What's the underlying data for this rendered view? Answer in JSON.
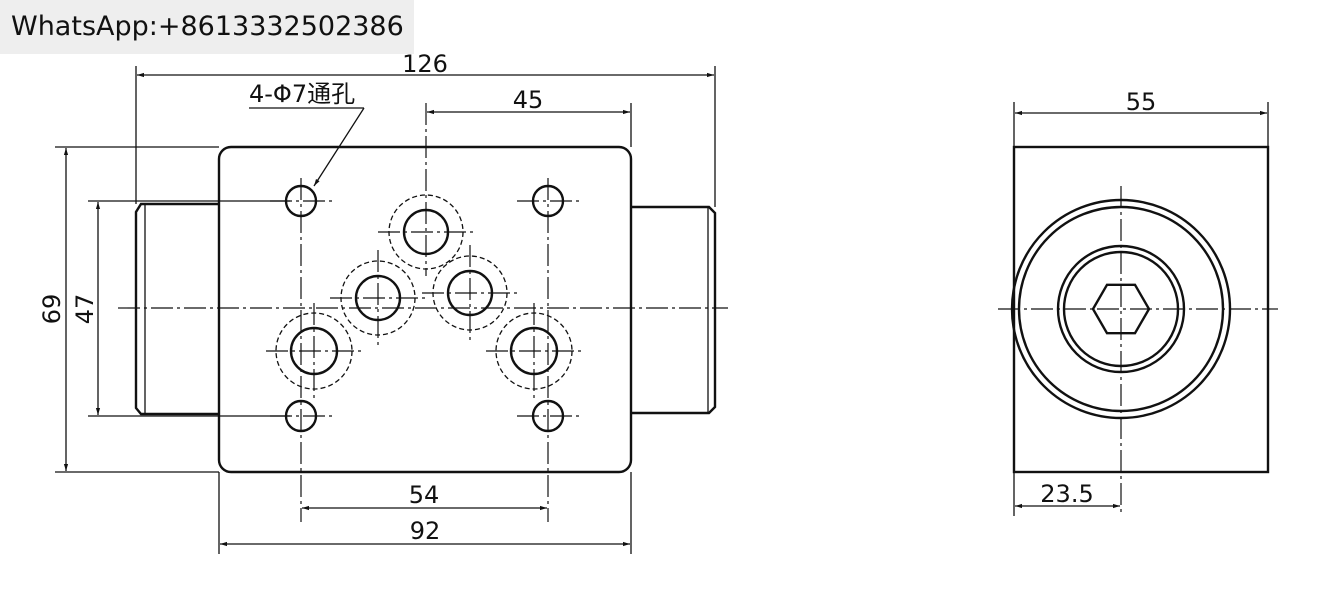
{
  "watermark": "WhatsApp:+8613332502386",
  "callout": "4-Φ7通孔",
  "dimensions": {
    "overall_length": "126",
    "port_offset": "45",
    "height": "69",
    "hole_spacing_vertical": "47",
    "hole_spacing_horizontal": "54",
    "body_width": "92",
    "side_width": "55",
    "side_center_offset": "23.5"
  }
}
